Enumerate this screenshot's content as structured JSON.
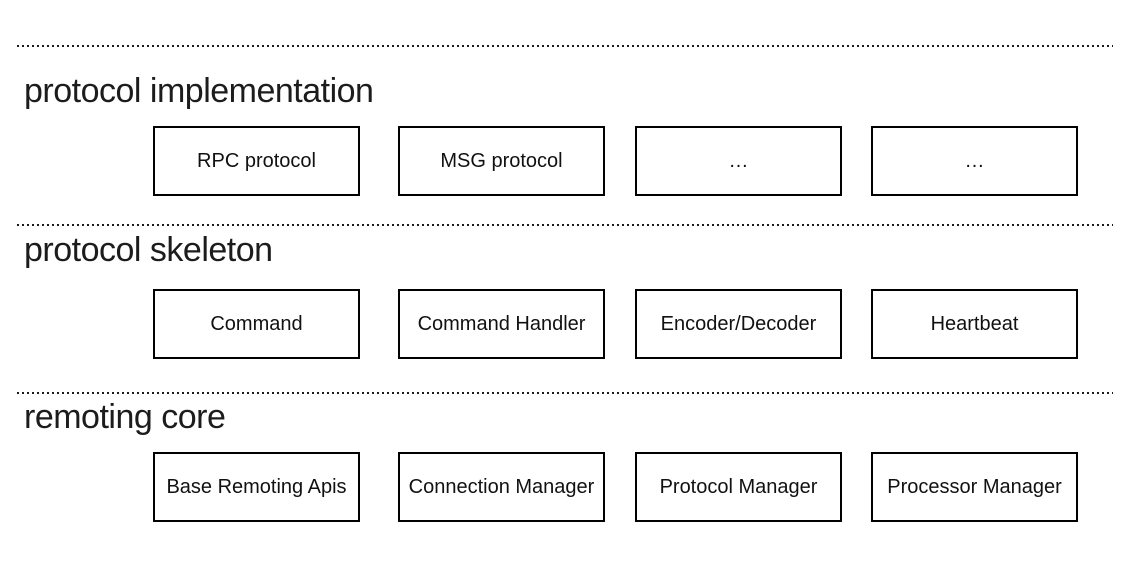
{
  "sections": [
    {
      "label": "protocol implementation",
      "boxes": [
        "RPC protocol",
        "MSG protocol",
        "…",
        "…"
      ]
    },
    {
      "label": "protocol skeleton",
      "boxes": [
        "Command",
        "Command Handler",
        "Encoder/Decoder",
        "Heartbeat"
      ]
    },
    {
      "label": "remoting core",
      "boxes": [
        "Base Remoting Apis",
        "Connection Manager",
        "Protocol Manager",
        "Processor Manager"
      ]
    }
  ],
  "colors": {
    "background": "#ffffff",
    "box_border": "#000000",
    "box_text": "#111111",
    "heading_text": "#1c1c1c",
    "divider": "#1a1a1a"
  }
}
